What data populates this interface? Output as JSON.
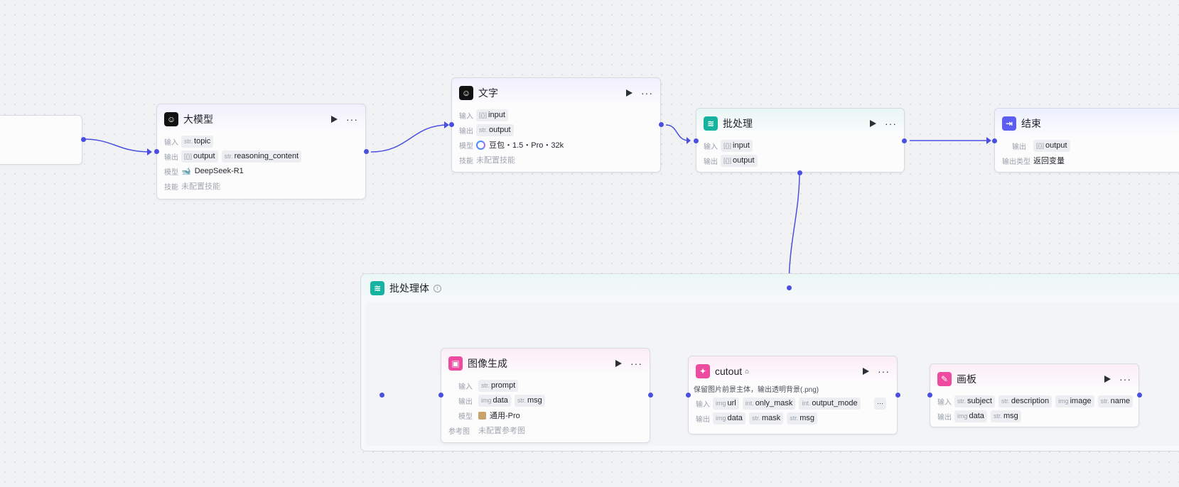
{
  "nodes": {
    "llm": {
      "title": "大模型",
      "input_label": "输入",
      "output_label": "输出",
      "model_label": "模型",
      "skill_label": "技能",
      "inputs": [
        {
          "type": "str.",
          "name": "topic"
        }
      ],
      "outputs": [
        {
          "type": "[{}]",
          "name": "output"
        },
        {
          "type": "str.",
          "name": "reasoning_content"
        }
      ],
      "model": "DeepSeek-R1",
      "skill": "未配置技能"
    },
    "text": {
      "title": "文字",
      "input_label": "输入",
      "output_label": "输出",
      "model_label": "模型",
      "skill_label": "技能",
      "inputs": [
        {
          "type": "[{}]",
          "name": "input"
        }
      ],
      "outputs": [
        {
          "type": "str.",
          "name": "output"
        }
      ],
      "model": "豆包・1.5・Pro・32k",
      "skill": "未配置技能"
    },
    "batch": {
      "title": "批处理",
      "input_label": "输入",
      "output_label": "输出",
      "inputs": [
        {
          "type": "[{}]",
          "name": "input"
        }
      ],
      "outputs": [
        {
          "type": "[{}]",
          "name": "output"
        }
      ]
    },
    "end": {
      "title": "结束",
      "output_label": "输出",
      "output_type_label": "输出类型",
      "outputs": [
        {
          "type": "[{}]",
          "name": "output"
        }
      ],
      "output_type": "返回变量"
    },
    "batch_body": {
      "title": "批处理体"
    },
    "image_gen": {
      "title": "图像生成",
      "input_label": "输入",
      "output_label": "输出",
      "model_label": "模型",
      "ref_label": "参考图",
      "inputs": [
        {
          "type": "str.",
          "name": "prompt"
        }
      ],
      "outputs": [
        {
          "type": "img",
          "name": "data"
        },
        {
          "type": "str.",
          "name": "msg"
        }
      ],
      "model": "通用-Pro",
      "ref": "未配置参考图"
    },
    "cutout": {
      "title": "cutout",
      "desc": "保留图片前景主体，输出透明背景(.png)",
      "input_label": "输入",
      "output_label": "输出",
      "inputs": [
        {
          "type": "img",
          "name": "url"
        },
        {
          "type": "int.",
          "name": "only_mask"
        },
        {
          "type": "int.",
          "name": "output_mode"
        }
      ],
      "outputs": [
        {
          "type": "img",
          "name": "data"
        },
        {
          "type": "str.",
          "name": "mask"
        },
        {
          "type": "str.",
          "name": "msg"
        }
      ],
      "overflow": "···"
    },
    "canvas": {
      "title": "画板",
      "input_label": "输入",
      "output_label": "输出",
      "inputs": [
        {
          "type": "str.",
          "name": "subject"
        },
        {
          "type": "str.",
          "name": "description"
        },
        {
          "type": "img",
          "name": "image"
        },
        {
          "type": "str.",
          "name": "name"
        }
      ],
      "outputs": [
        {
          "type": "img",
          "name": "data"
        },
        {
          "type": "str.",
          "name": "msg"
        }
      ]
    }
  },
  "ui": {
    "more_glyph": "···"
  },
  "colors": {
    "edge": "#4b4fe0",
    "llm_icon": "#111111",
    "batch_icon": "#16b3a0",
    "image_icon": "#ee4aa0",
    "end_icon": "#5b5ef0"
  }
}
